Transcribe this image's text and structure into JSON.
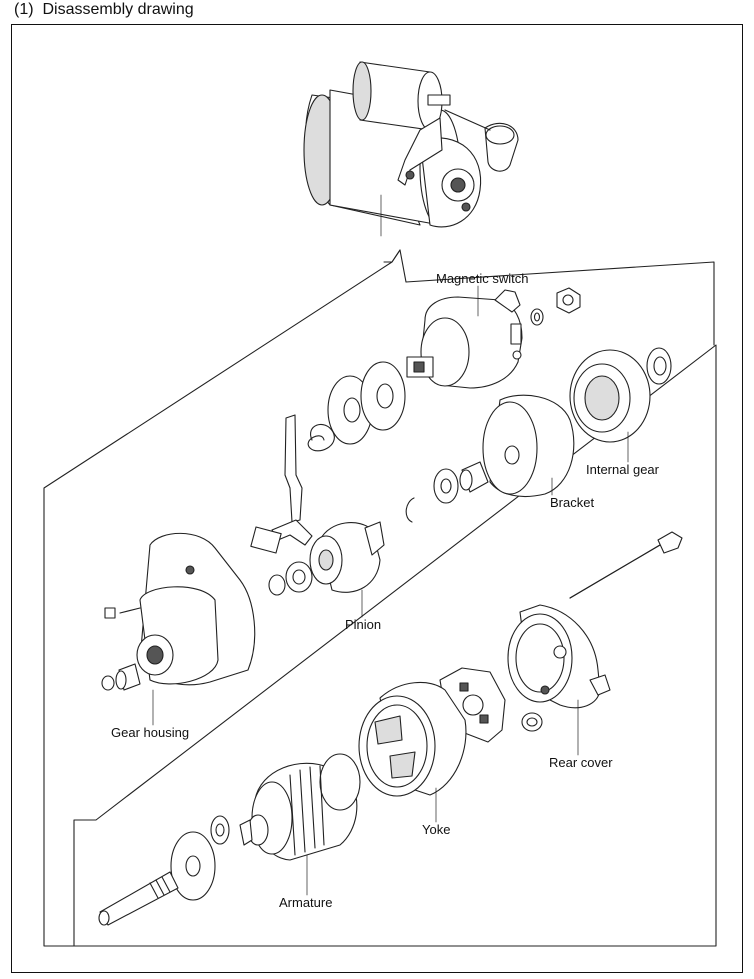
{
  "header": {
    "section_number": "(1)",
    "title": "Disassembly drawing"
  },
  "parts": {
    "magnetic_switch": "Magnetic switch",
    "internal_gear": "Internal gear",
    "bracket": "Bracket",
    "pinion": "Pinion",
    "gear_housing": "Gear housing",
    "rear_cover": "Rear cover",
    "yoke": "Yoke",
    "armature": "Armature"
  }
}
